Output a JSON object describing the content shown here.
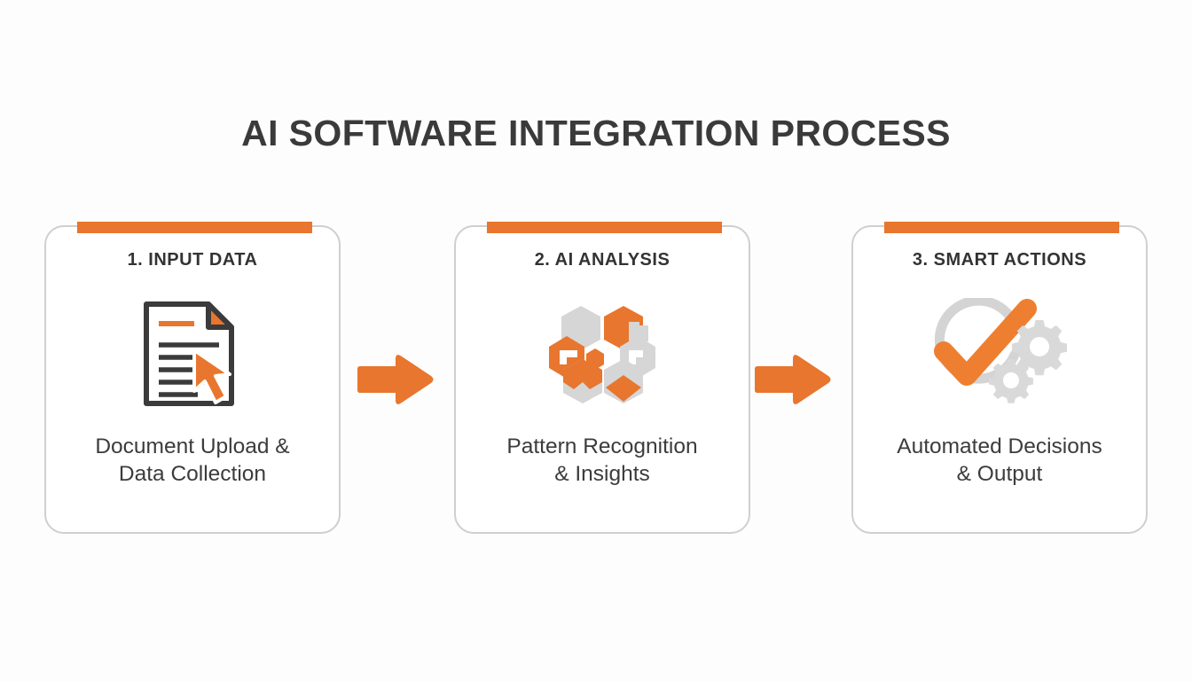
{
  "page": {
    "title": "AI SOFTWARE INTEGRATION PROCESS",
    "background_color": "#fdfdfe",
    "accent_color": "#e8762e",
    "text_color": "#3a3a3a",
    "muted_color": "#d4d4d4"
  },
  "steps": [
    {
      "title": "1. INPUT DATA",
      "description": "Document Upload &\nData Collection",
      "icon": "document-cursor-icon"
    },
    {
      "title": "2. AI ANALYSIS",
      "description": "Pattern Recognition\n& Insights",
      "icon": "hexagon-network-icon"
    },
    {
      "title": "3. SMART ACTIONS",
      "description": "Automated Decisions\n& Output",
      "icon": "check-gears-icon"
    }
  ],
  "connectors": [
    {
      "icon": "arrow-right-icon",
      "direction": "right"
    },
    {
      "icon": "arrow-right-icon",
      "direction": "right"
    }
  ]
}
